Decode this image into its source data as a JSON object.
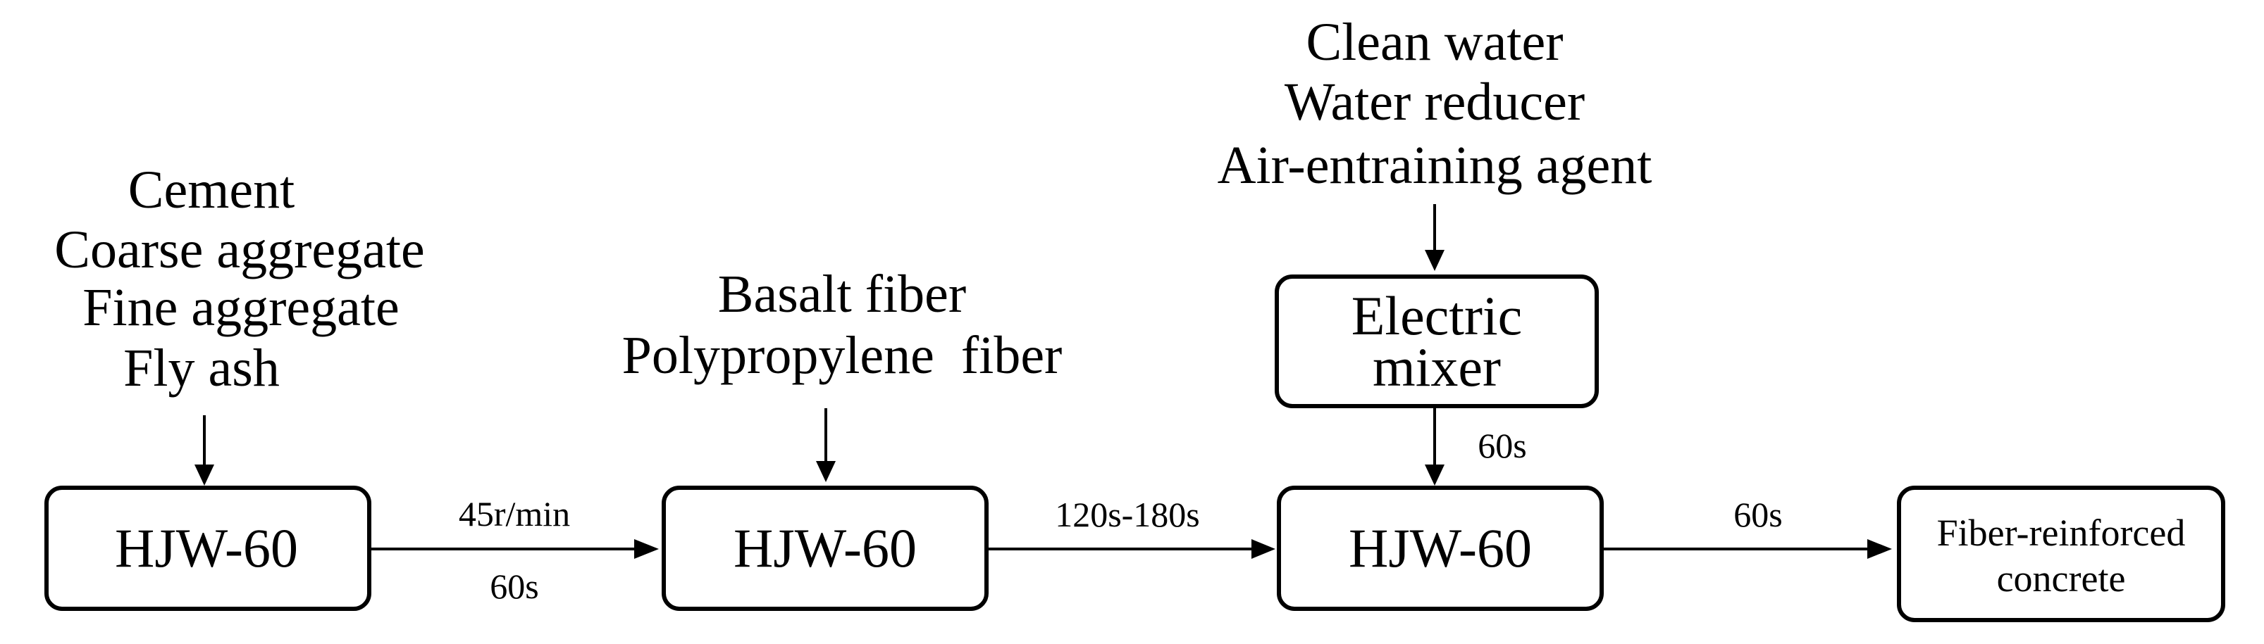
{
  "inputs": {
    "base_materials": [
      "Cement",
      "Coarse aggregate",
      "Fine aggregate",
      "Fly ash"
    ],
    "fibers": [
      "Basalt fiber",
      "Polypropylene  fiber"
    ],
    "liquids": [
      "Clean water",
      "Water reducer",
      "Air-entraining agent"
    ]
  },
  "boxes": {
    "mixer_1": "HJW-60",
    "mixer_2": "HJW-60",
    "mixer_3": "HJW-60",
    "electric_mixer": [
      "Electric",
      "mixer"
    ],
    "product": [
      "Fiber-reinforced",
      "concrete"
    ]
  },
  "edges": {
    "m1_to_m2_top": "45r/min",
    "m1_to_m2_bottom": "60s",
    "m2_to_m3": "120s-180s",
    "electric_to_m3": "60s",
    "m3_to_product": "60s"
  }
}
